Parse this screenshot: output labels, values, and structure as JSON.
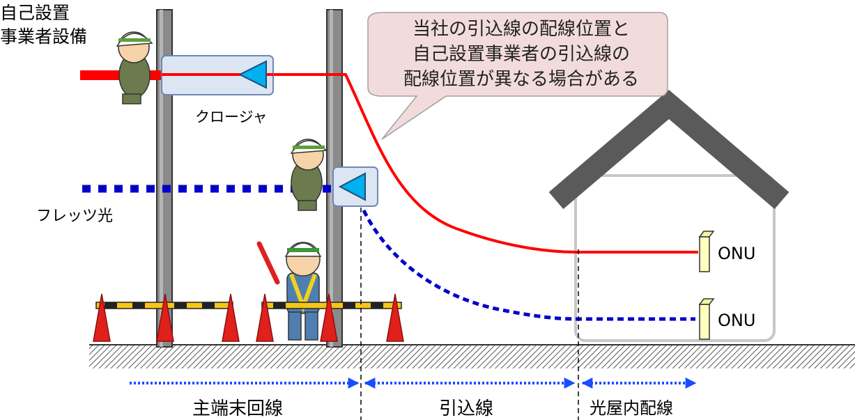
{
  "labels": {
    "self_setup": [
      "自己設置",
      "事業者設備"
    ],
    "closure": "クロージャ",
    "flets": "フレッツ光",
    "onu_top": "ONU",
    "onu_bottom": "ONU",
    "main_terminal_line": "主端末回線",
    "drop_line": "引込線",
    "indoor_wiring": "光屋内配線"
  },
  "callout": [
    "当社の引込線の配線位置と",
    "自己設置事業者の引込線の",
    "配線位置が異なる場合がある"
  ],
  "colors": {
    "self_line": "#ff0000",
    "flets_line": "#0000cc",
    "arrow": "#1a4dff",
    "callout_fill": "#f2dcdb",
    "closure_fill": "#dce6f2",
    "closure_marker": "#00b0f0",
    "pole": "#7f7f7f",
    "house": "#5a5a5a",
    "onu": "#ffffc0",
    "cone": "#e0201a"
  }
}
